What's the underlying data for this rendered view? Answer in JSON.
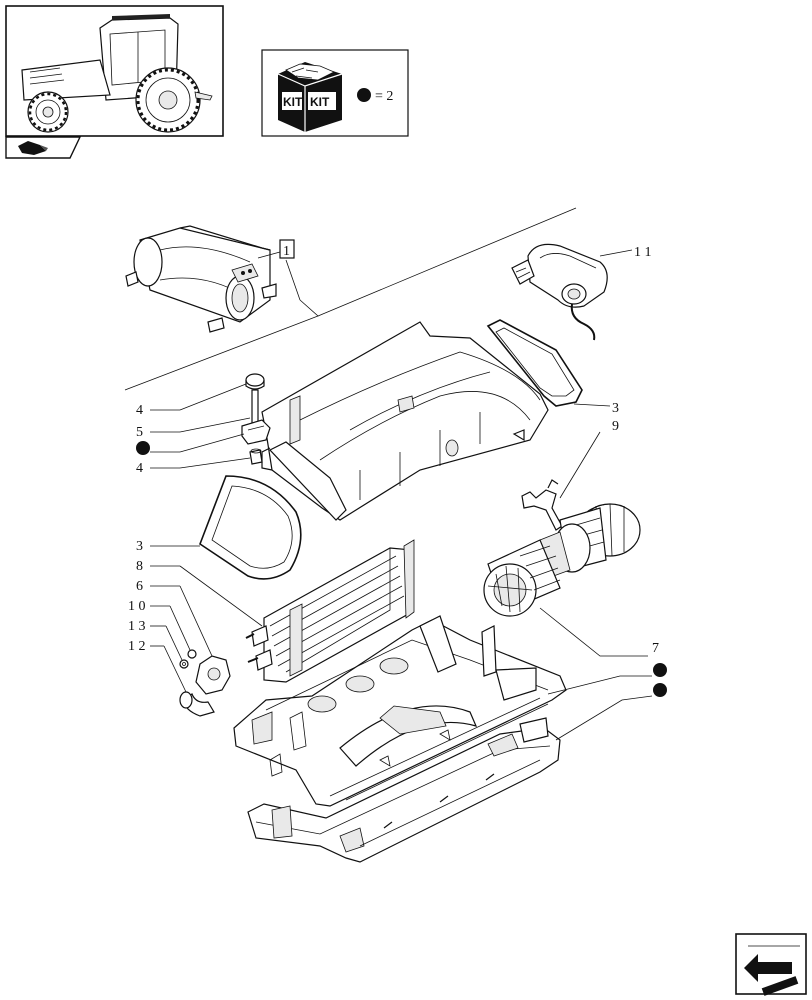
{
  "kit_box": {
    "kit_left": "KIT",
    "kit_right": "KIT",
    "legend_text": "= 2"
  },
  "callouts": {
    "ref_1": "1",
    "p11": "1 1",
    "p3_top": "3",
    "p9": "9",
    "p4_top": "4",
    "p5": "5",
    "p4_bottom": "4",
    "p3_left": "3",
    "p8": "8",
    "p6": "6",
    "p10": "1 0",
    "p13": "1 3",
    "p12": "1 2",
    "p7": "7"
  }
}
